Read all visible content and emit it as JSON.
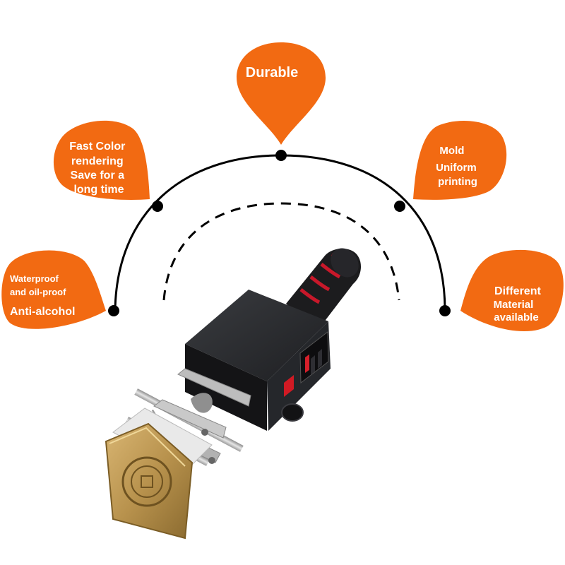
{
  "accent_color": "#f26a12",
  "features": {
    "top": {
      "lines": [
        "Durable"
      ]
    },
    "upper_left": {
      "lines": [
        "Fast Color",
        "rendering",
        "Save for a",
        "long time"
      ]
    },
    "upper_right": {
      "lines": [
        "Mold",
        "Uniform",
        "printing"
      ]
    },
    "lower_left": {
      "lines": [
        "Waterproof",
        "and oil-proof",
        "Anti-alcohol"
      ]
    },
    "lower_right": {
      "lines": [
        "Different",
        "Material",
        "available"
      ]
    }
  },
  "product": {
    "name_icon": "heat-branding-iron-photo",
    "display_icon": "red-led-temperature-display",
    "switch_icon": "red-rocker-switch",
    "knob_icon": "black-adjustment-knob",
    "stamp_icon": "brass-stamp-head"
  }
}
